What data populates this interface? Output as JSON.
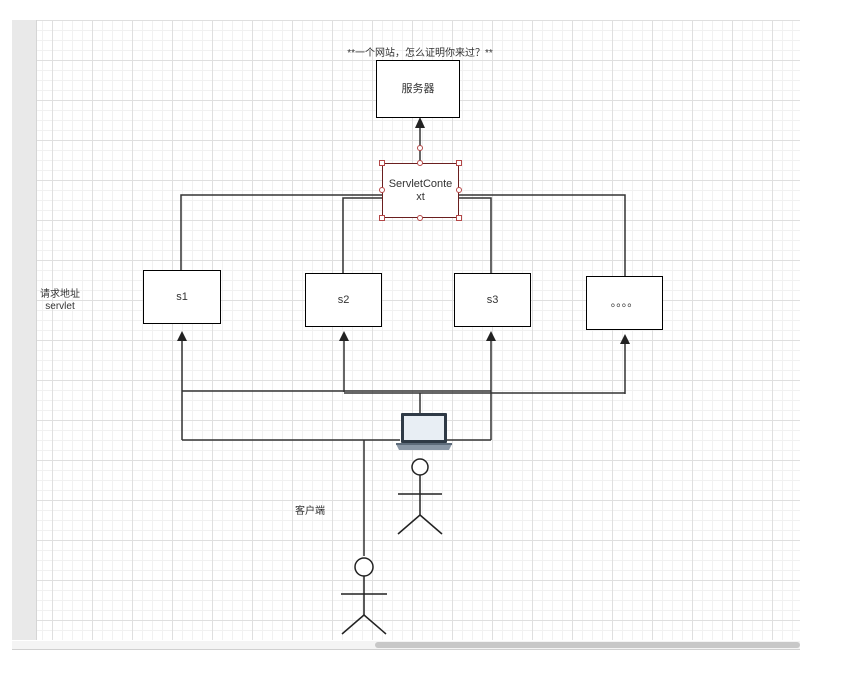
{
  "title": "**一个网站，怎么证明你来过？**",
  "nodes": {
    "server": "服务器",
    "servlet_context_line1": "ServletConte",
    "servlet_context_line2": "xt",
    "s1": "s1",
    "s2": "s2",
    "s3": "s3",
    "more": "。。。。"
  },
  "labels": {
    "request_line1": "请求地址",
    "request_line2": "servlet",
    "client": "客户端"
  },
  "icons": {
    "laptop": "laptop-icon",
    "person_top": "person-icon",
    "person_bottom": "person-icon"
  }
}
